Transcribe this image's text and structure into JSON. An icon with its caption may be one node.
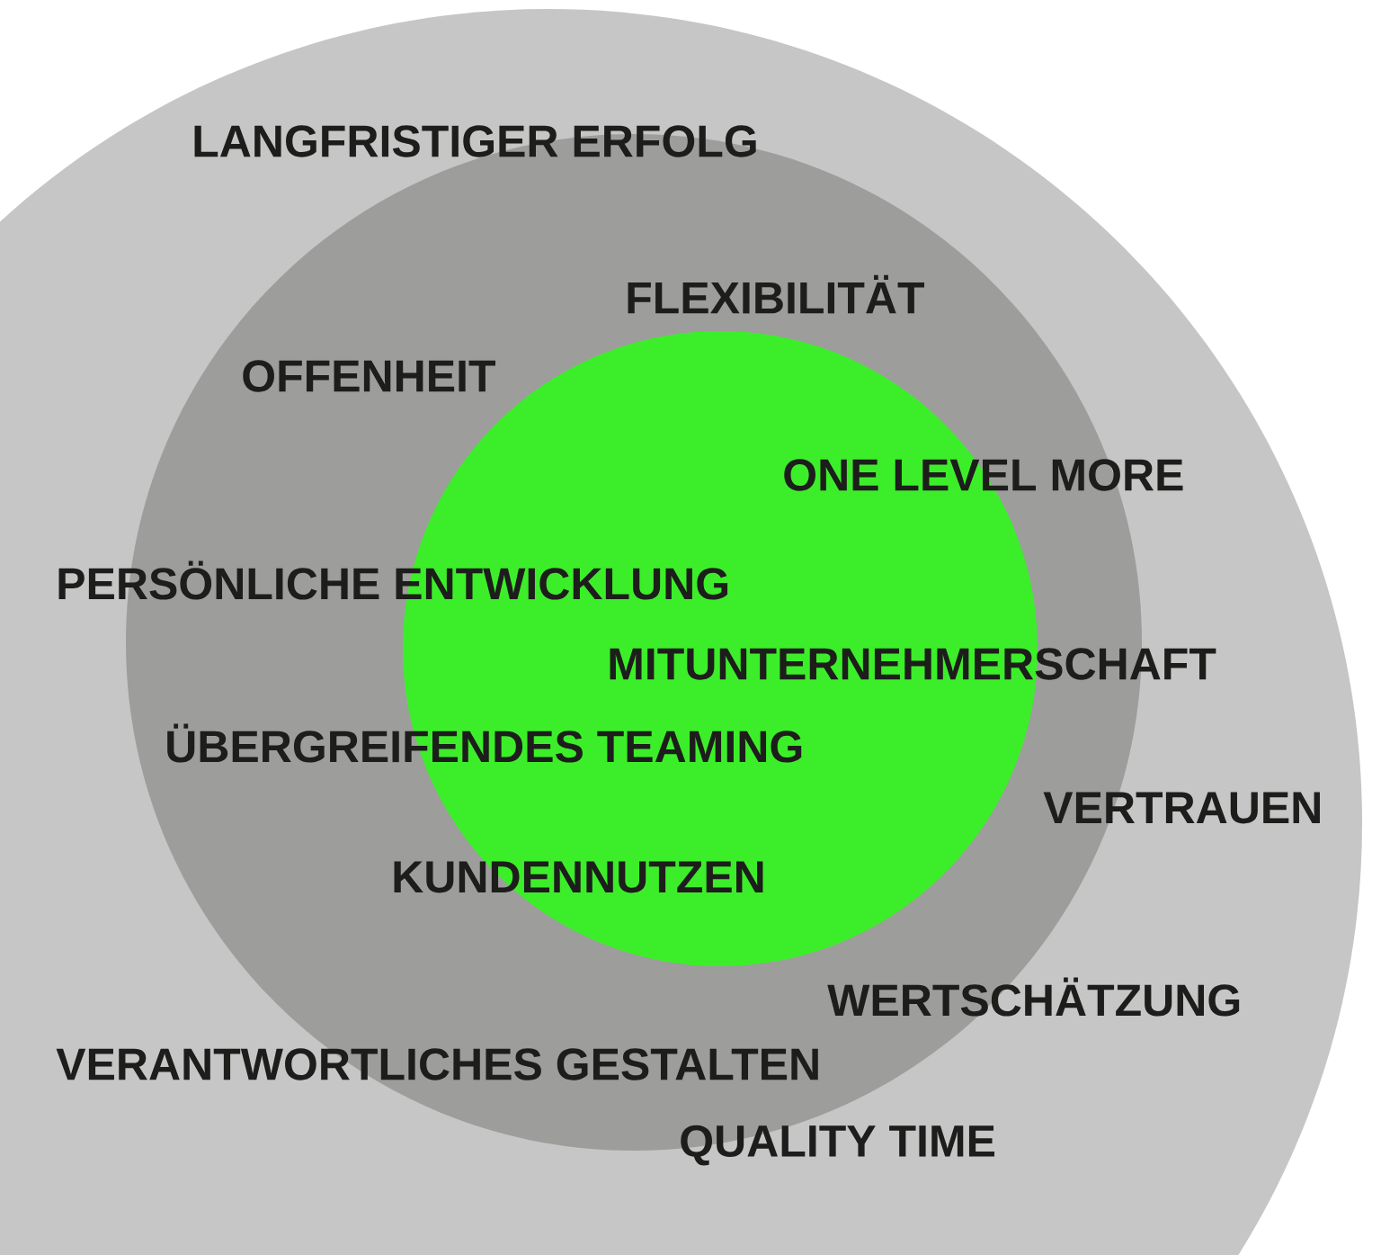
{
  "diagram": {
    "nodes": [
      {
        "text": [],
        "shape": "circle"
      },
      {
        "text": [],
        "shape": "circle",
        "in": 0
      },
      {
        "text": [],
        "shape": "circle",
        "in": 1
      }
    ],
    "labels": [
      "LANGFRISTIGER ERFOLG",
      "FLEXIBILITÄT",
      "OFFENHEIT",
      "ONE LEVEL MORE",
      "PERSÖNLICHE ENTWICKLUNG",
      "MITUNTERNEHMERSCHAFT",
      "ÜBERGREIFENDES TEAMING",
      "VERTRAUEN",
      "KUNDENNUTZEN",
      "WERTSCHÄTZUNG",
      "VERANTWORTLICHES GESTALTEN",
      "QUALITY TIME"
    ]
  }
}
